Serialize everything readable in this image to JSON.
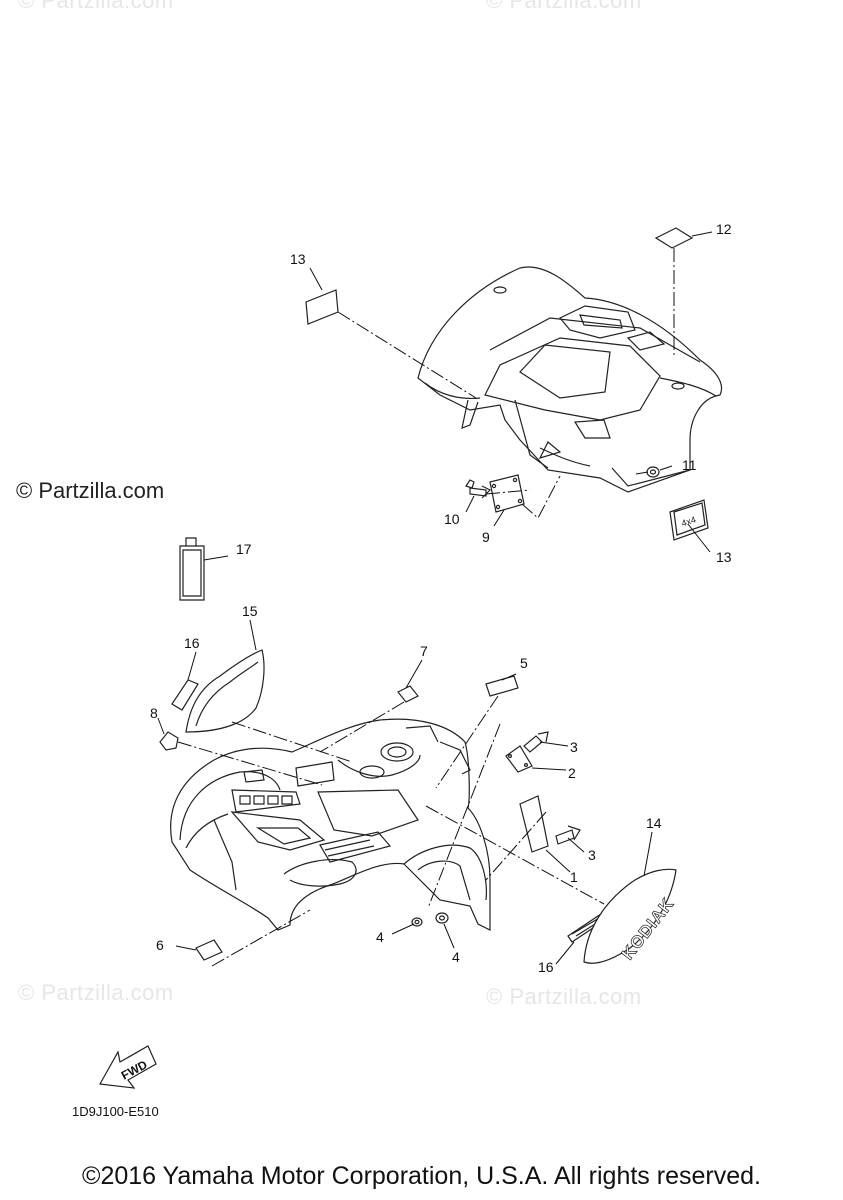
{
  "watermarks": {
    "top_left": "© Partzilla.com",
    "top_right": "© Partzilla.com",
    "bottom_left": "© Partzilla.com",
    "bottom_right": "© Partzilla.com"
  },
  "brand_watermark": "© Partzilla.com",
  "callouts": {
    "p1": "1",
    "p2": "2",
    "p3a": "3",
    "p3b": "3",
    "p4a": "4",
    "p4b": "4",
    "p5": "5",
    "p6": "6",
    "p7": "7",
    "p8": "8",
    "p9": "9",
    "p10": "10",
    "p11": "11",
    "p12": "12",
    "p13a": "13",
    "p13b": "13",
    "p14": "14",
    "p15": "15",
    "p16a": "16",
    "p16b": "16",
    "p17": "17"
  },
  "fwd_label": "FWD",
  "decal_text": {
    "rear": "4x4",
    "kodiak": "KODIAK"
  },
  "diagram_code": "1D9J100-E510",
  "copyright": "©2016 Yamaha Motor Corporation, U.S.A. All rights reserved."
}
